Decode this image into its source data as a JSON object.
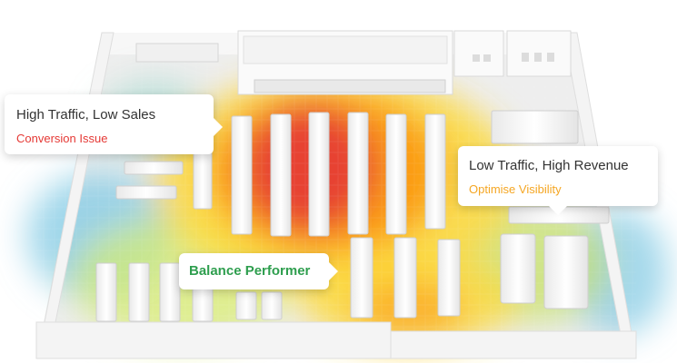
{
  "callouts": [
    {
      "title": "High Traffic, Low Sales",
      "subtitle": "Conversion Issue",
      "subtitle_color": "#e53935"
    },
    {
      "title": "Low Traffic, High Revenue",
      "subtitle": "Optimise Visibility",
      "subtitle_color": "#f5a623"
    },
    {
      "title": "Balance Performer",
      "title_color": "#2e9e4e"
    }
  ],
  "colors": {
    "hot": "#e53935",
    "warm": "#fdd835",
    "cool": "#64b5f6",
    "floor": "#f1f1f1",
    "fixture": "#fafafa"
  },
  "icons": [
    "tooltip-pointer-icon"
  ]
}
